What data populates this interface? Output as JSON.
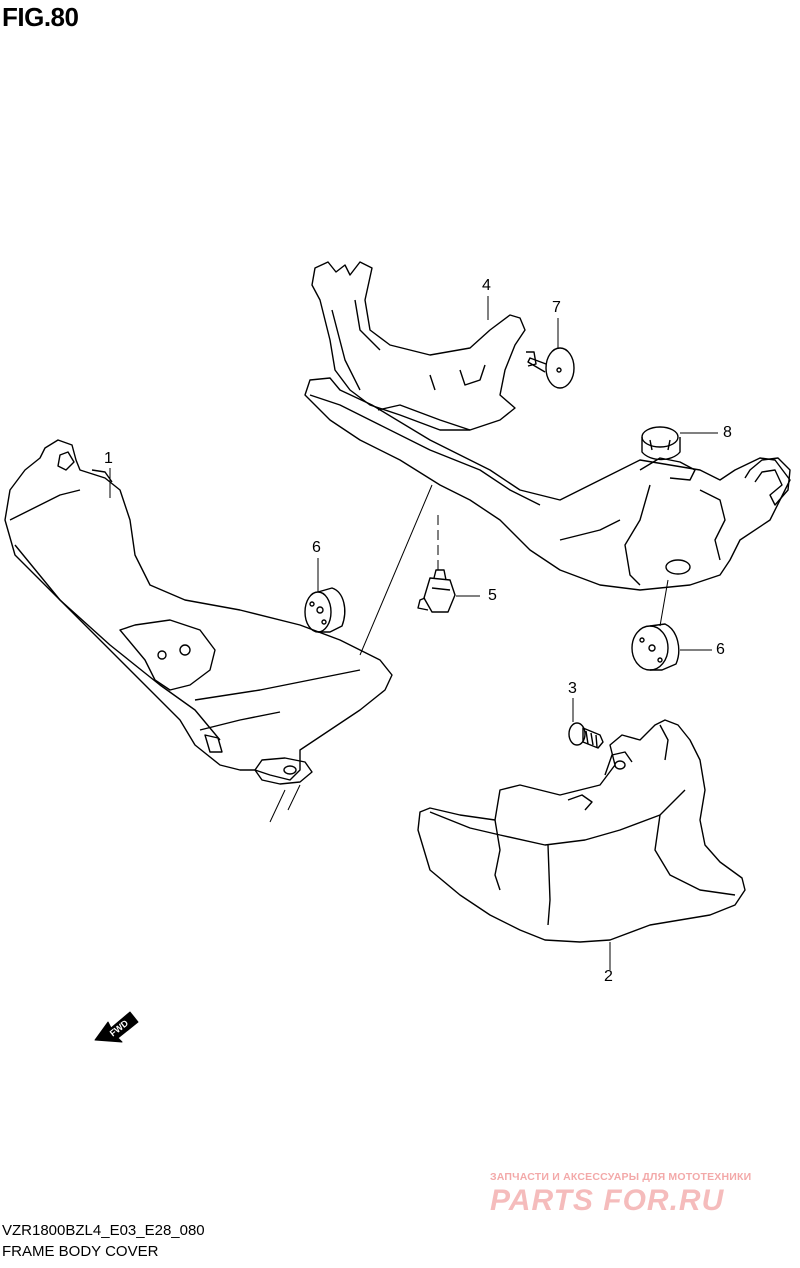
{
  "figure": {
    "title": "FIG.80"
  },
  "callouts": [
    {
      "id": "1",
      "label": "1"
    },
    {
      "id": "2",
      "label": "2"
    },
    {
      "id": "3",
      "label": "3"
    },
    {
      "id": "4",
      "label": "4"
    },
    {
      "id": "5",
      "label": "5"
    },
    {
      "id": "6a",
      "label": "6"
    },
    {
      "id": "6b",
      "label": "6"
    },
    {
      "id": "7",
      "label": "7"
    },
    {
      "id": "8",
      "label": "8"
    }
  ],
  "direction_arrow": {
    "label": "FWD"
  },
  "watermark": {
    "tagline": "ЗАПЧАСТИ И АКСЕССУАРЫ ДЛЯ МОТОТЕХНИКИ",
    "logo": "PARTS FOR.RU",
    "color": "#f08c8c"
  },
  "footer": {
    "code": "VZR1800BZL4_E03_E28_080",
    "name": "FRAME BODY COVER"
  }
}
